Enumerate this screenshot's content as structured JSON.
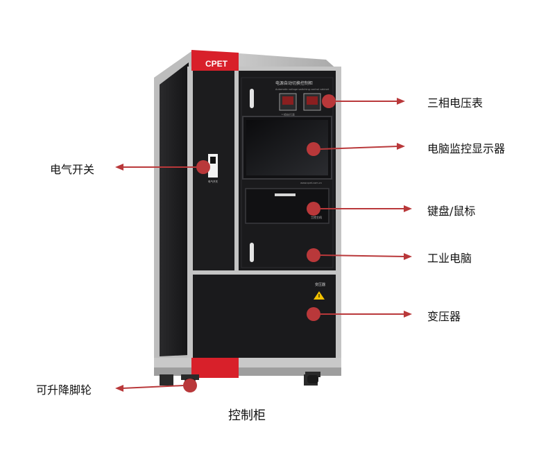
{
  "brand": "CPET",
  "panel_title": "电源自动切换控制柜",
  "panel_subtitle": "Automatic voltage switching control cabinet",
  "meter_caption": "三相电压表",
  "switch_caption": "电气开关",
  "website": "www.cpet.com.cn",
  "drawer_label": "工控主机",
  "transformer_label": "变压器",
  "callouts": {
    "three_phase_meter": "三相电压表",
    "monitor": "电脑监控显示器",
    "keyboard_mouse": "键盘/鼠标",
    "industrial_pc": "工业电脑",
    "transformer": "变压器",
    "electrical_switch": "电气开关",
    "casters": "可升降脚轮"
  },
  "caption": "控制柜",
  "colors": {
    "marker": "#b9383a",
    "brand_red": "#d8202a",
    "cabinet_black": "#1c1c1e",
    "frame_silver": "#c9c9c9"
  }
}
